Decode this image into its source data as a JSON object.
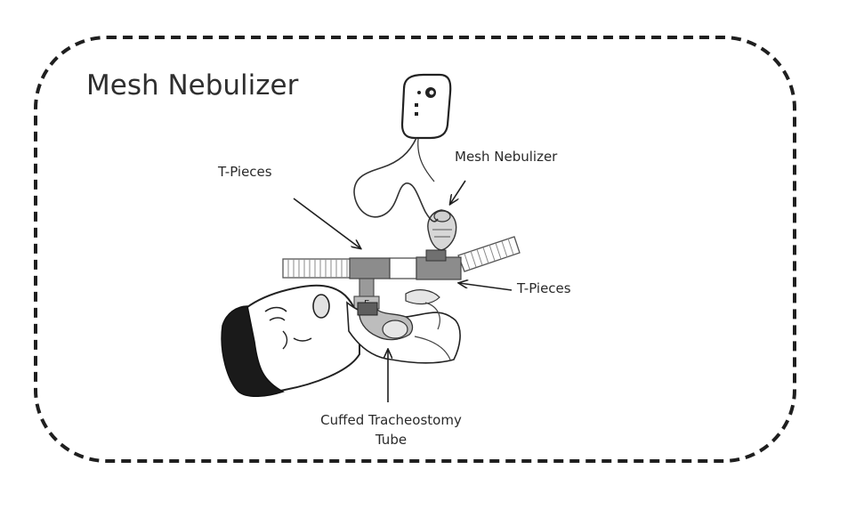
{
  "title": "Mesh Nebulizer",
  "labels": {
    "t_pieces_top": "T-Pieces",
    "mesh_nebulizer": "Mesh Nebulizer",
    "t_pieces_right": "T-Pieces",
    "cuffed_tracheostomy_line1": "Cuffed Tracheostomy",
    "cuffed_tracheostomy_line2": "Tube"
  },
  "colors": {
    "line": "#1f1f1f",
    "tube_gray": "#8a8a8a",
    "tube_dark": "#6e6e6e",
    "hair": "#1a1a1a",
    "light_gray": "#d9d9d9"
  }
}
